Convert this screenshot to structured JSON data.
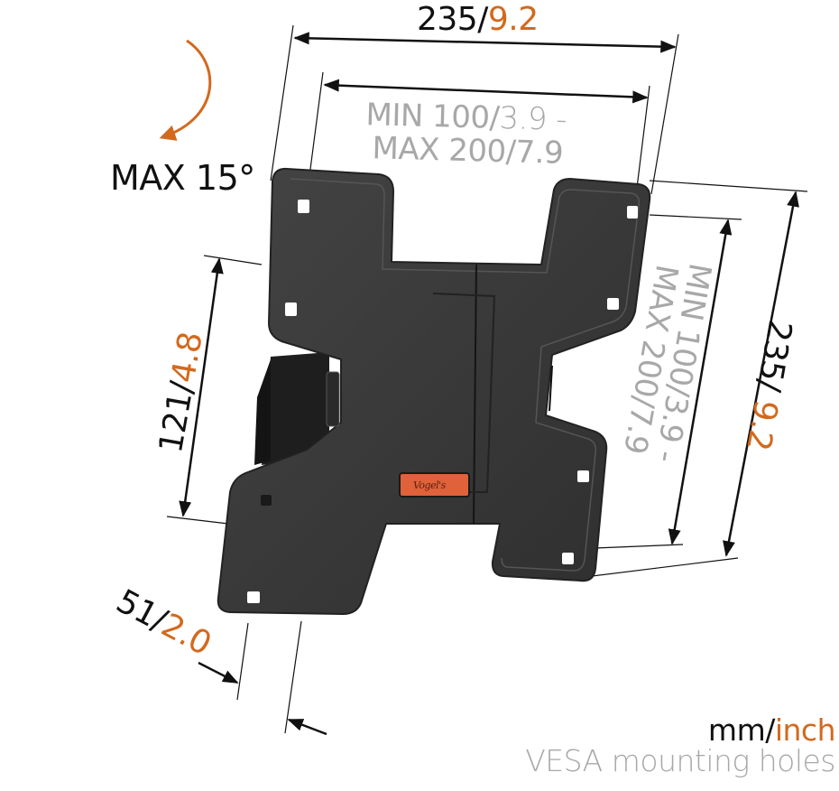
{
  "diagram": {
    "title": "TV wall mount bracket dimensions",
    "colors": {
      "metric": "#111111",
      "imperial": "#d2691e",
      "vesa_text": "#a8a8a8",
      "bracket": "#3a3a3a",
      "bracket_edge": "#555555",
      "logo_tag": "#e0623a"
    },
    "tilt": {
      "label": "MAX 15°",
      "icon": "curved-arrow-icon"
    },
    "dimensions": {
      "overall_width": {
        "metric": "235/",
        "imperial": "9.2"
      },
      "vesa_width": {
        "line1_metric": "MIN 100/",
        "line1_imperial": "3.9 -",
        "line2_metric": "MAX 200/",
        "line2_imperial": "7.9"
      },
      "overall_height": {
        "metric": "235/ ",
        "imperial": "9.2"
      },
      "vesa_height": {
        "line1_metric": "MIN 100/",
        "line1_imperial": "3.9 -",
        "line2_metric": "MAX 200/",
        "line2_imperial": "7.9"
      },
      "wall_plate_height": {
        "metric": "121/",
        "imperial": "4.8"
      },
      "depth": {
        "metric": "51/",
        "imperial": "2.0"
      }
    },
    "legend": {
      "unit_metric": "mm/",
      "unit_imperial": "inch",
      "vesa_note": "VESA mounting holes"
    },
    "product": {
      "logo_text": "Vogel's"
    }
  }
}
